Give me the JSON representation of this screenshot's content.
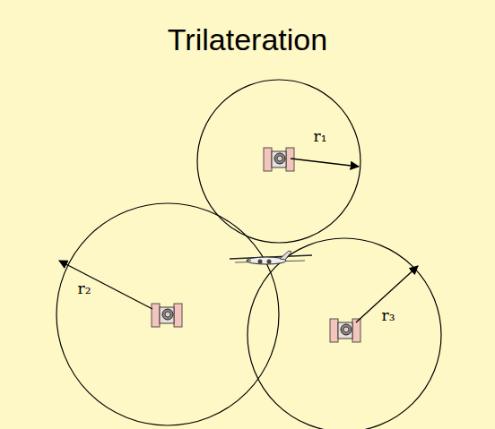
{
  "diagram": {
    "title": "Trilateration",
    "labels": [
      "r₁",
      "r₂",
      "r₃"
    ]
  }
}
